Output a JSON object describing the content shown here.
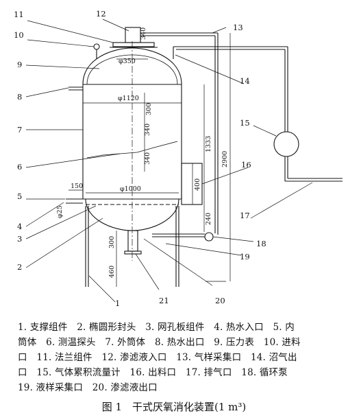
{
  "callouts": {
    "c1": "1",
    "c2": "2",
    "c3": "3",
    "c4": "4",
    "c5": "5",
    "c6": "6",
    "c7": "7",
    "c8": "8",
    "c9": "9",
    "c10": "10",
    "c11": "11",
    "c12": "12",
    "c13": "13",
    "c14": "14",
    "c15": "15",
    "c16": "16",
    "c17": "17",
    "c18": "18",
    "c19": "19",
    "c20": "20",
    "c21": "21"
  },
  "dimensions": {
    "d340_top": "340",
    "d350": "φ350",
    "d1120": "φ1120",
    "d300_up": "300",
    "d340_a": "340",
    "d340_b": "340",
    "d1333": "1333",
    "d2900": "2900",
    "d400": "400",
    "d150": "150",
    "d1000": "φ1000",
    "d25": "φ25",
    "d240": "240",
    "d300_low": "300",
    "d460": "460"
  },
  "legend": {
    "row1": "1. 支撑组件　2. 椭圆形封头　3. 网孔板组件　4. 热水入口　5. 内",
    "row2": "筒体　6. 测温探头　7. 外筒体　8. 热水出口　9. 压力表　10. 进料",
    "row3": "口　11. 法兰组件　12. 渗滤液入口　13. 气样采集口　14. 沼气出",
    "row4": "口　15. 气体累积流量计　16. 出料口　17. 排气口　18. 循环泵",
    "row5": "19. 液样采集口　20. 渗滤液出口"
  },
  "caption": "图 1　干式厌氧消化装置(1 m³)"
}
